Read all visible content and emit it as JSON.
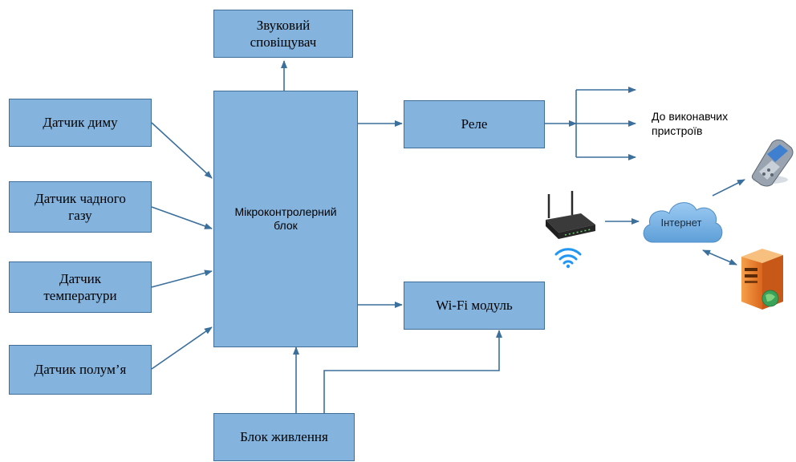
{
  "blocks": {
    "buzzer": "Звуковий\nсповіщувач",
    "smoke": "Датчик диму",
    "co": "Датчик чадного\nгазу",
    "temp": "Датчик\nтемператури",
    "flame": "Датчик полум’я",
    "mcu": "Мікроконтролерний\nблок",
    "relay": "Реле",
    "wifi": "Wi-Fi модуль",
    "power": "Блок живлення"
  },
  "labels": {
    "actuators": "До виконавчих\n пристроїв",
    "internet": "Інтернет"
  },
  "colors": {
    "block_fill": "#84b3de",
    "block_border": "#3f6f99",
    "arrow": "#3b6f9c"
  },
  "icons": [
    "router-icon",
    "wifi-signal-icon",
    "cloud-icon",
    "mobile-phone-icon",
    "server-icon"
  ]
}
